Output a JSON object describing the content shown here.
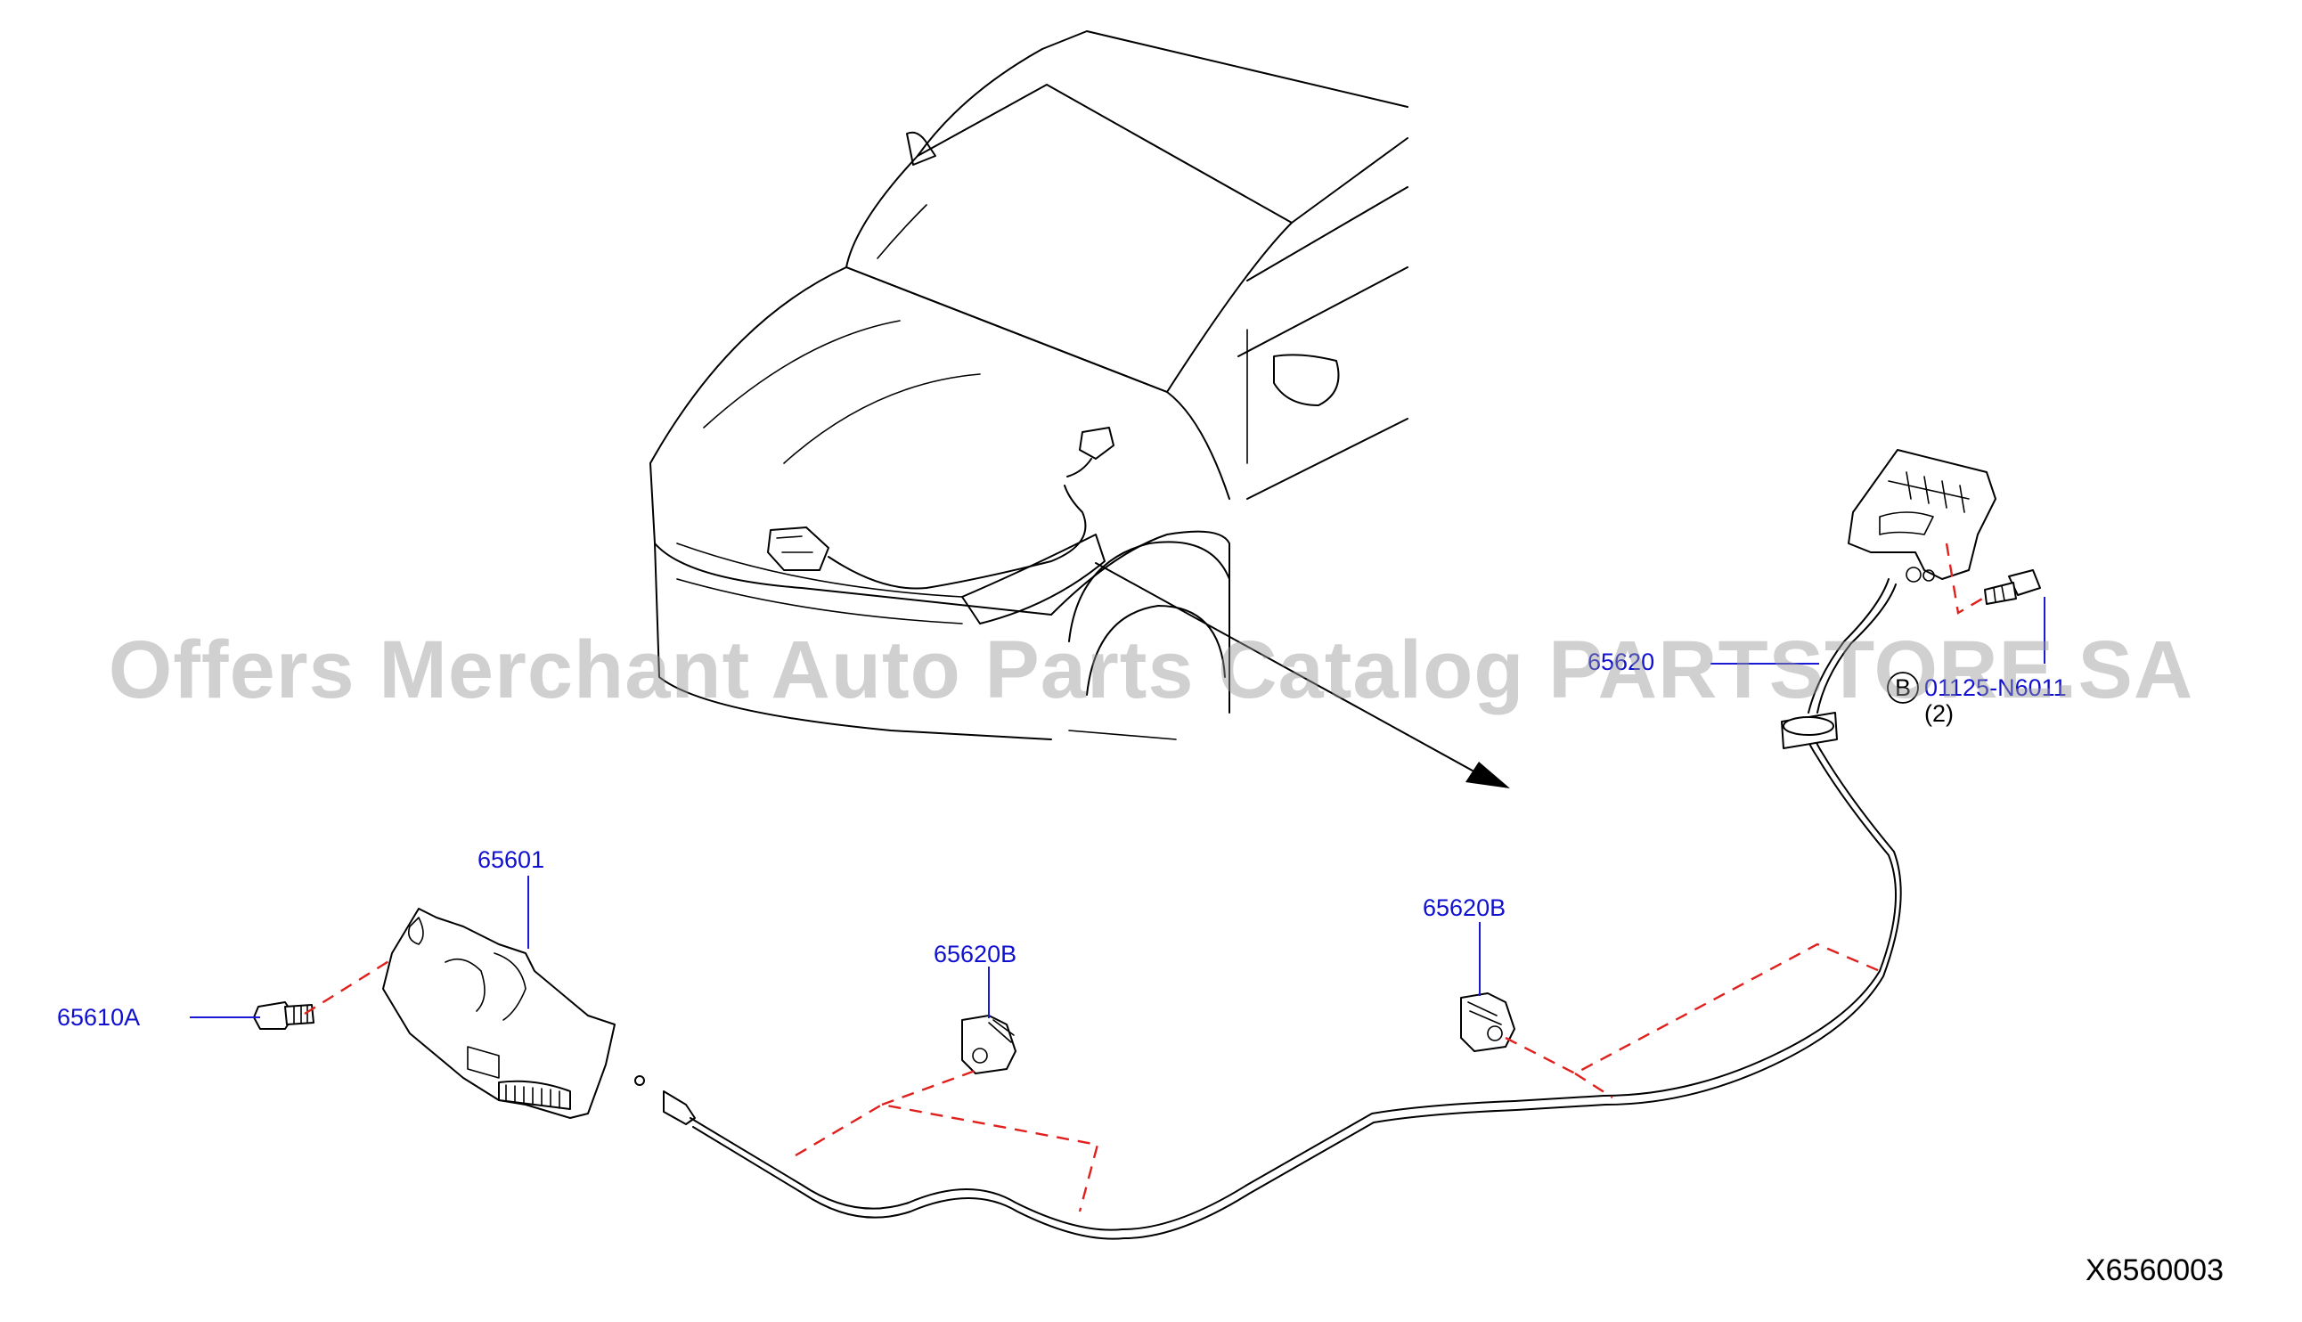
{
  "labels": {
    "latch": "65601",
    "bolt_latch": "65610A",
    "clip_left": "65620B",
    "clip_right": "65620B",
    "cable": "65620",
    "bolt_handle": "01125-N6011",
    "bolt_handle_ref": "B",
    "bolt_handle_qty": "(2)"
  },
  "watermark": "Offers Merchant Auto Parts Catalog PARTSTORE.SA",
  "diagram_code": "X6560003",
  "colors": {
    "part_label": "#1010d0",
    "dashed_guide": "#e0201c",
    "watermark": "#9a9a9a"
  }
}
